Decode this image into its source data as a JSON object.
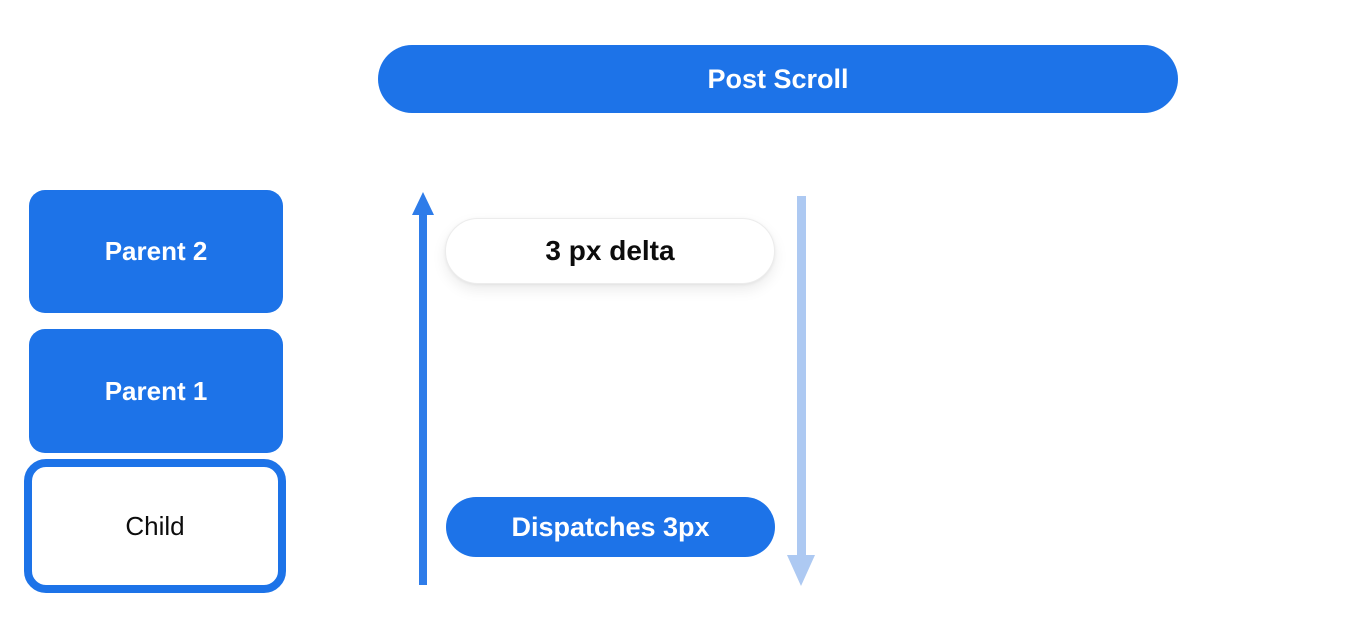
{
  "banner": {
    "label": "Post Scroll"
  },
  "stack": {
    "parent2_label": "Parent 2",
    "parent1_label": "Parent 1",
    "child_label": "Child"
  },
  "flow": {
    "delta_label": "3 px delta",
    "dispatch_label": "Dispatches 3px"
  },
  "colors": {
    "primary_blue": "#1d73e8",
    "arrow_blue": "#2e7ce9",
    "light_arrow_blue": "#adc9f2",
    "pill_border": "#ececec",
    "text_dark": "#0c0c0c",
    "text_light": "#ffffff",
    "background": "#ffffff"
  }
}
